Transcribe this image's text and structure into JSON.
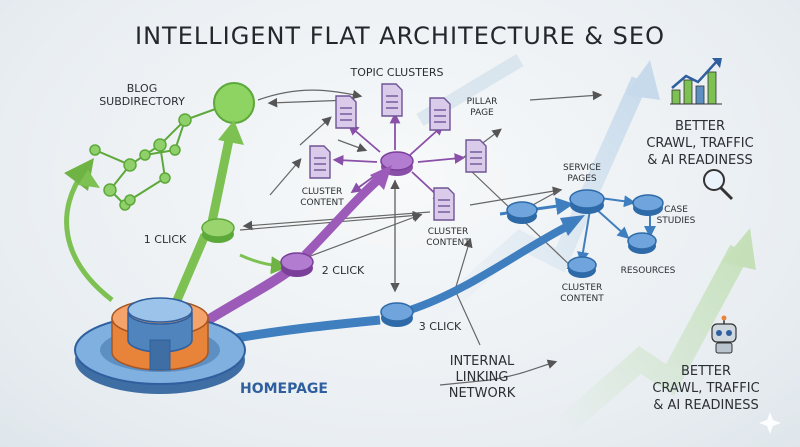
{
  "title": "INTELLIGENT FLAT ARCHITECTURE & SEO",
  "labels": {
    "blog": [
      "BLOG",
      "SUBDIRECTORY"
    ],
    "topic_clusters": "TOPIC CLUSTERS",
    "pillar": [
      "PILLAR",
      "PAGE"
    ],
    "cluster_content_left": [
      "CLUSTER",
      "CONTENT"
    ],
    "cluster_content_mid": [
      "CLUSTER",
      "CONTENT"
    ],
    "cluster_content_right": [
      "CLUSTER",
      "CONTENT"
    ],
    "service_pages": [
      "SERVICE",
      "PAGES"
    ],
    "case_studies": [
      "CASE",
      "STUDIES"
    ],
    "resources": "RESOURCES",
    "one_click": "1 CLICK",
    "two_click": "2 CLICK",
    "three_click": "3 CLICK",
    "internal_linking": [
      "INTERNAL",
      "LINKING",
      "NETWORK"
    ],
    "homepage": "HOMEPAGE",
    "benefit_top": [
      "BETTER",
      "CRAWL, TRAFFIC",
      "& AI READINESS"
    ],
    "benefit_bottom": [
      "BETTER",
      "CRAWL, TRAFFIC",
      "& AI READINESS"
    ]
  },
  "colors": {
    "green": "#7cc152",
    "purple": "#9c5bb8",
    "blue": "#3f7fc0",
    "orange": "#e8833a",
    "steel": "#5d8fc3"
  },
  "icons": [
    "bar-chart-icon",
    "magnifier-icon",
    "robot-icon",
    "sparkle-icon",
    "document-icon"
  ]
}
